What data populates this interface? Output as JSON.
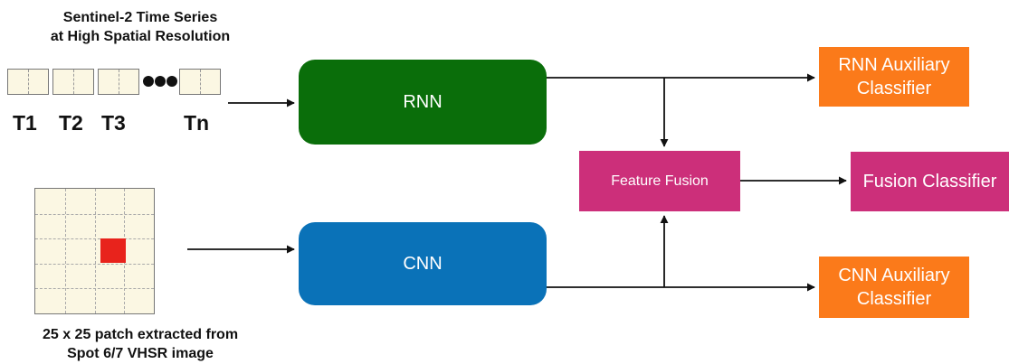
{
  "colors": {
    "rnn": "#0a6e0a",
    "cnn": "#0a72b8",
    "fusion": "#cc2f7a",
    "auxiliary": "#fb7a1a",
    "center_pixel": "#e8231c",
    "tile_fill": "#fbf7e3",
    "arrow": "#111111"
  },
  "captions": {
    "time_series": [
      "Sentinel-2 Time Series",
      "at High Spatial Resolution"
    ],
    "patch": [
      "25 x 25  patch extracted from",
      "Spot 6/7 VHSR image"
    ]
  },
  "time_labels": [
    "T1",
    "T2",
    "T3",
    "Tn"
  ],
  "boxes": {
    "rnn": "RNN",
    "cnn": "CNN",
    "feature_fusion": "Feature Fusion",
    "rnn_classifier": [
      "RNN Auxiliary",
      "Classifier"
    ],
    "fusion_classifier": "Fusion Classifier",
    "cnn_classifier": [
      "CNN Auxiliary",
      "Classifier"
    ]
  }
}
